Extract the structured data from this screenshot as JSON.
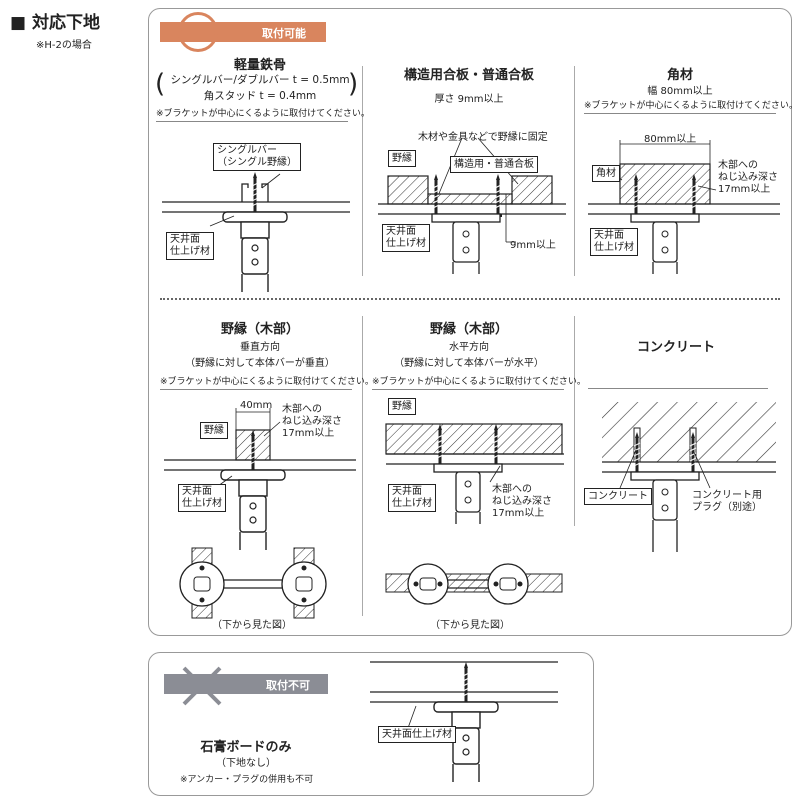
{
  "header": {
    "title": "■ 対応下地",
    "note": "※H-2の場合"
  },
  "ok_panel": {
    "badge": "取付可能",
    "cells": {
      "steel": {
        "title": "軽量鉄骨",
        "line1": "シングルバー/ダブルバー t = 0.5mm",
        "line2": "角スタッド t = 0.4mm",
        "note": "※ブラケットが中心にくるように取付けてください。",
        "label_bar": "シングルバー\n（シングル野縁）",
        "label_ceiling": "天井面\n仕上げ材"
      },
      "plywood": {
        "title": "構造用合板・普通合板",
        "sub": "厚さ 9mm以上",
        "label_fix": "木材や金具などで野縁に固定",
        "label_noen": "野縁",
        "label_board": "構造用・普通合板",
        "label_ceiling": "天井面\n仕上げ材",
        "label_thick": "9mm以上"
      },
      "lumber": {
        "title": "角材",
        "sub": "幅 80mm以上",
        "note": "※ブラケットが中心にくるように取付けてください。",
        "label_width": "80mm以上",
        "label_kakuzai": "角材",
        "label_depth": "木部への\nねじ込み深さ\n17mm以上",
        "label_ceiling": "天井面\n仕上げ材"
      },
      "wood_vertical": {
        "title": "野縁（木部）",
        "sub1": "垂直方向",
        "sub2": "（野縁に対して本体バーが垂直）",
        "note": "※ブラケットが中心にくるように取付けてください。",
        "label_width": "40mm",
        "label_noen": "野縁",
        "label_depth": "木部への\nねじ込み深さ\n17mm以上",
        "label_ceiling": "天井面\n仕上げ材",
        "caption": "（下から見た図）"
      },
      "wood_horizontal": {
        "title": "野縁（木部）",
        "sub1": "水平方向",
        "sub2": "（野縁に対して本体バーが水平）",
        "note": "※ブラケットが中心にくるように取付けてください。",
        "label_noen": "野縁",
        "label_ceiling": "天井面\n仕上げ材",
        "label_depth": "木部への\nねじ込み深さ\n17mm以上",
        "caption": "（下から見た図）"
      },
      "concrete": {
        "title": "コンクリート",
        "label_concrete": "コンクリート",
        "label_plug": "コンクリート用\nプラグ（別途）"
      }
    }
  },
  "ng_panel": {
    "badge": "取付不可",
    "title": "石膏ボードのみ",
    "sub": "（下地なし）",
    "note": "※アンカー・プラグの併用も不可",
    "label_ceiling": "天井面仕上げ材"
  },
  "colors": {
    "ok_badge": "#d9855e",
    "ng_badge": "#8b8d95",
    "panel_border": "#999999"
  }
}
